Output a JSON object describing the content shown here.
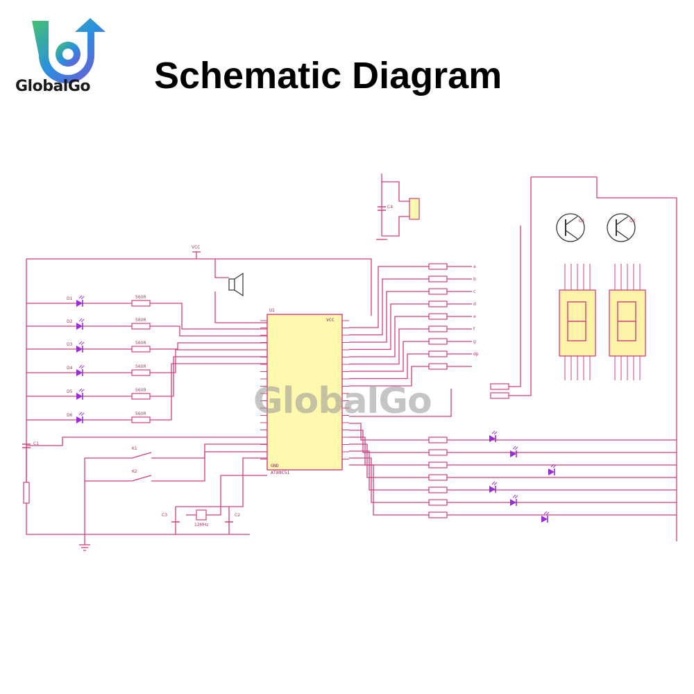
{
  "brand": {
    "name": "GlobalGo"
  },
  "title": "Schematic Diagram",
  "watermark": "GlobalGo",
  "colors": {
    "wire": "#d23c7c",
    "led": "#9a2bd8",
    "chip": "#fff9b0",
    "display": "#fff3a8"
  },
  "leds": [
    "D1",
    "D2",
    "D3",
    "D4",
    "D5",
    "D6"
  ],
  "resistor_labels": [
    "560R",
    "560R",
    "560R",
    "560R",
    "560R",
    "560R"
  ],
  "chip": {
    "ref": "U1",
    "part": "AT89C51",
    "vcc": "VCC",
    "gnd": "GND"
  },
  "vcc_label": "VCC",
  "switches": [
    "K1",
    "K2"
  ],
  "caps": {
    "c1": "C1",
    "c2": "C2",
    "c3": "C3",
    "c4": "C4"
  },
  "crystal": "12MHz",
  "transistors": [
    "Q1",
    "Q2"
  ],
  "segments": [
    "a",
    "b",
    "c",
    "d",
    "e",
    "f",
    "g",
    "dp"
  ],
  "icons": {
    "logo": "globalgo-logo-icon",
    "speaker": "speaker-icon",
    "ground": "ground-icon"
  }
}
